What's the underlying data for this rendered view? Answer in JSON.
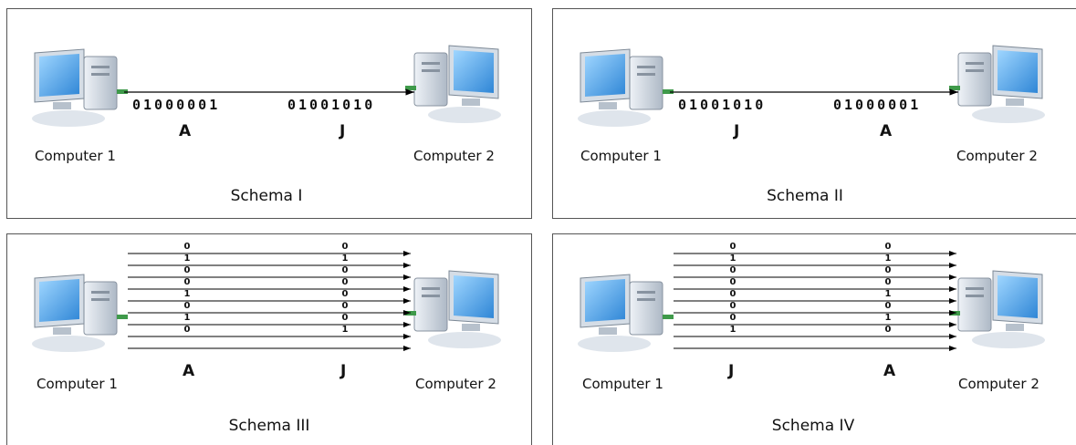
{
  "colors": {
    "screen": "#4aa7ef",
    "case": "#c9d3df",
    "line": "#000000",
    "connector": "#3f9a4a"
  },
  "icons": {
    "computer": "desktop-computer-icon"
  },
  "schemas": [
    {
      "title": "Schema I",
      "left_label": "Computer 1",
      "right_label": "Computer 2",
      "left_bits": "01000001",
      "right_bits": "01001010",
      "left_char": "A",
      "right_char": "J"
    },
    {
      "title": "Schema II",
      "left_label": "Computer 1",
      "right_label": "Computer 2",
      "left_bits": "01001010",
      "right_bits": "01000001",
      "left_char": "J",
      "right_char": "A"
    },
    {
      "title": "Schema III",
      "left_label": "Computer 1",
      "right_label": "Computer 2",
      "left_char": "A",
      "right_char": "J",
      "lanes_left": [
        "0",
        "1",
        "0",
        "0",
        "1",
        "0",
        "1",
        "0"
      ],
      "lanes_right": [
        "0",
        "1",
        "0",
        "0",
        "0",
        "0",
        "0",
        "1"
      ]
    },
    {
      "title": "Schema IV",
      "left_label": "Computer 1",
      "right_label": "Computer 2",
      "left_char": "J",
      "right_char": "A",
      "lanes_left": [
        "0",
        "1",
        "0",
        "0",
        "0",
        "0",
        "0",
        "1"
      ],
      "lanes_right": [
        "0",
        "1",
        "0",
        "0",
        "1",
        "0",
        "1",
        "0"
      ]
    }
  ]
}
